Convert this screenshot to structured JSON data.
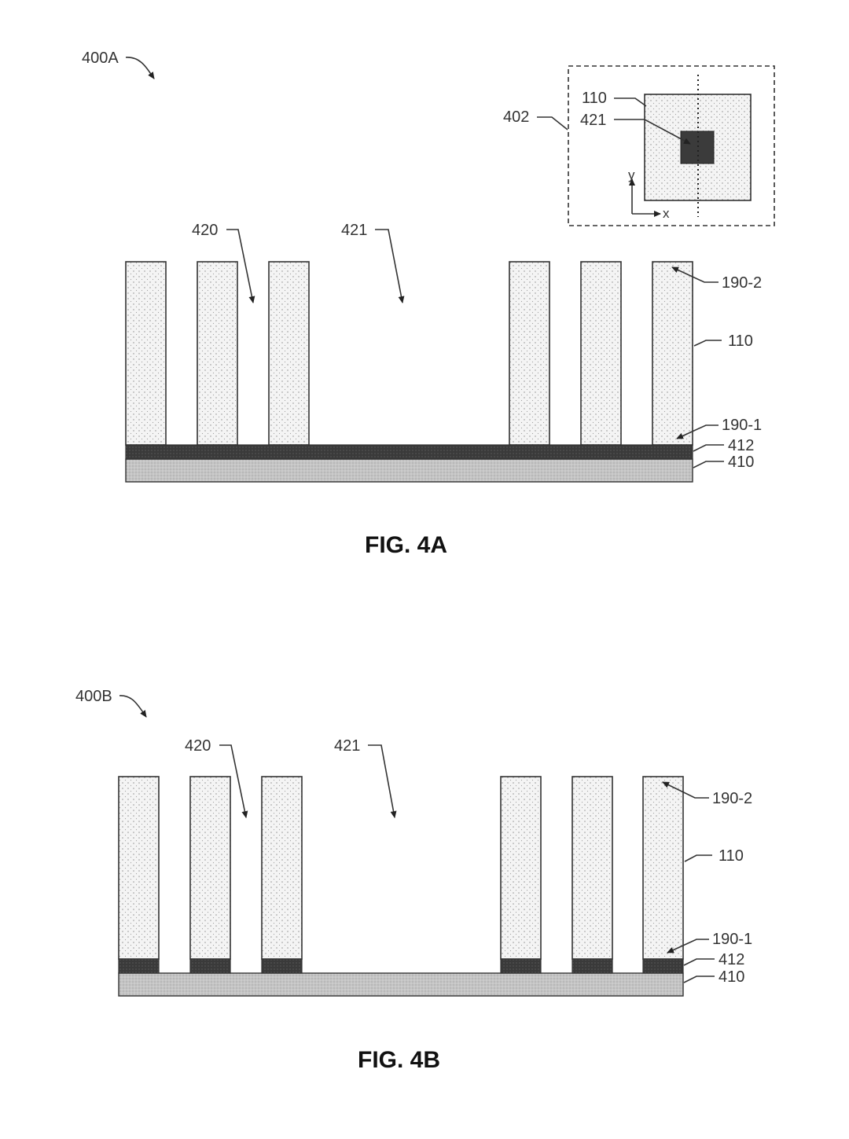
{
  "figA": {
    "ref": "400A",
    "caption": "FIG. 4A",
    "labels": {
      "l420": "420",
      "l421": "421",
      "l190_2": "190-2",
      "l110": "110",
      "l190_1": "190-1",
      "l412": "412",
      "l410": "410"
    },
    "inset": {
      "ref": "402",
      "l110": "110",
      "l421": "421",
      "axis_x": "x",
      "axis_y": "y"
    }
  },
  "figB": {
    "ref": "400B",
    "caption": "FIG. 4B",
    "labels": {
      "l420": "420",
      "l421": "421",
      "l190_2": "190-2",
      "l110": "110",
      "l190_1": "190-1",
      "l412": "412",
      "l410": "410"
    }
  }
}
